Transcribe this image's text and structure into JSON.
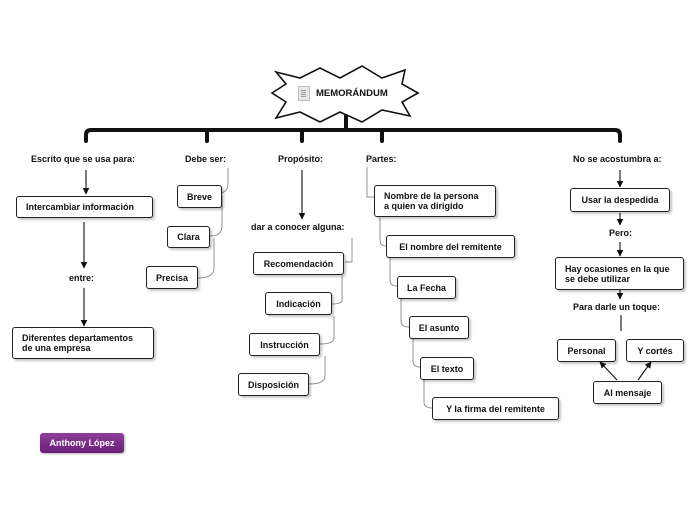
{
  "central": {
    "title": "MEMORÁNDUM"
  },
  "branches": {
    "escrito": {
      "label": "Escrito que se usa para:",
      "box1": "Intercambiar información",
      "connector": "entre:",
      "box2": "Diferentes departamentos\nde una empresa"
    },
    "debe": {
      "label": "Debe ser:",
      "items": [
        "Breve",
        "Clara",
        "Precisa"
      ]
    },
    "proposito": {
      "label": "Propósito:",
      "sub": "dar a conocer alguna:",
      "items": [
        "Recomendación",
        "Indicación",
        "Instrucción",
        "Disposición"
      ]
    },
    "partes": {
      "label": "Partes:",
      "items": [
        "Nombre de la persona\na quien va dirigido",
        "El nombre del remitente",
        "La Fecha",
        "El asunto",
        "El texto",
        "Y la firma del remitente"
      ]
    },
    "noacostumbra": {
      "label": "No se acostumbra a:",
      "box1": "Usar la despedida",
      "connector1": "Pero:",
      "box2": "Hay ocasiones en la que\nse debe utilizar",
      "connector2": "Para darle un toque:",
      "options": [
        "Personal",
        "Y cortés"
      ],
      "target": "Al mensaje"
    }
  },
  "author": "Anthony López"
}
